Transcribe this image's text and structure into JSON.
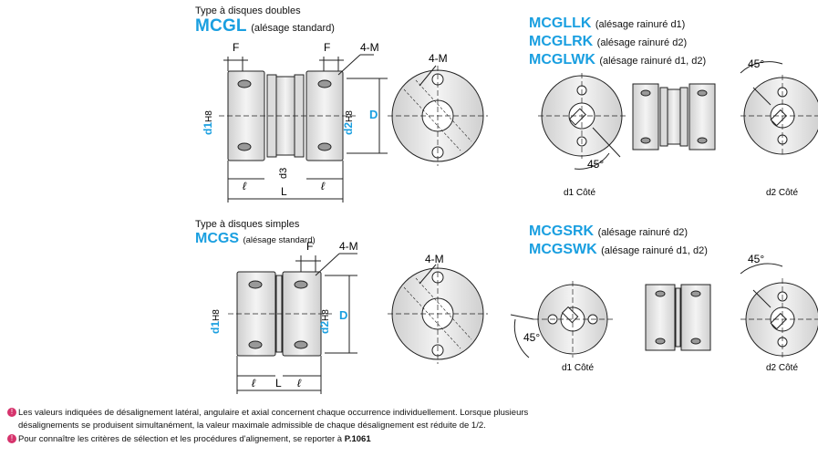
{
  "double": {
    "type_label": "Type à disques doubles",
    "code": "MCGL",
    "bore": "(alésage standard)",
    "dims": {
      "F": "F",
      "M4": "4-M",
      "d1": "d1",
      "H8a": "H8",
      "d2": "d2",
      "H8b": "H8",
      "D": "D",
      "l": "ℓ",
      "d3": "d3",
      "L": "L"
    }
  },
  "double_grooved": {
    "rows": [
      {
        "code": "MCGLLK",
        "desc": "(alésage rainuré d1)"
      },
      {
        "code": "MCGLRK",
        "desc": "(alésage rainuré d2)"
      },
      {
        "code": "MCGLWK",
        "desc": "(alésage rainuré d1, d2)"
      }
    ],
    "angle_a": "45°",
    "angle_b": "45°",
    "side1": "d1 Côté",
    "side2": "d2 Côté"
  },
  "single": {
    "type_label": "Type à disques simples",
    "code": "MCGS",
    "bore": "(alésage standard)",
    "dims": {
      "F": "F",
      "M4": "4-M",
      "d1": "d1",
      "H8a": "H8",
      "d2": "d2",
      "H8b": "H8",
      "D": "D",
      "l": "ℓ",
      "L": "L"
    }
  },
  "single_grooved": {
    "rows": [
      {
        "code": "MCGSRK",
        "desc": "(alésage rainuré d2)"
      },
      {
        "code": "MCGSWK",
        "desc": "(alésage rainuré d1, d2)"
      }
    ],
    "angle_a": "45°",
    "angle_b": "45°",
    "side1": "d1 Côté",
    "side2": "d2 Côté"
  },
  "end_view_label_1": "4-M",
  "end_view_label_2": "4-M",
  "notes": [
    "Les valeurs indiquées de désalignement latéral, angulaire et axial concernent chaque occurrence individuellement. Lorsque plusieurs",
    "désalignements se produisent simultanément, la valeur maximale admissible de chaque désalignement est réduite de 1/2.",
    "Pour connaître les critères de sélection et les procédures d'alignement, se reporter à",
    "P.1061"
  ],
  "colors": {
    "accent": "#1a9fe0",
    "note_icon": "#d6336c",
    "part_fill": "#e8e8e8",
    "line": "#222222"
  }
}
